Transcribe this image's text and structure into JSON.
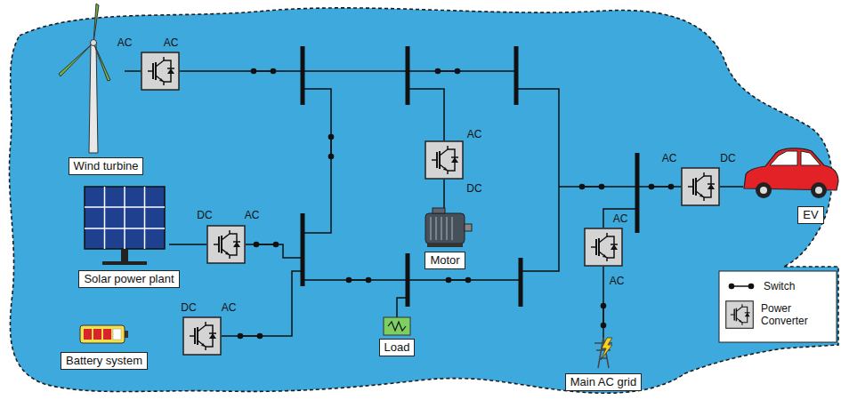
{
  "diagram": {
    "nodes": [
      {
        "text": [
          "Wind turbine"
        ]
      },
      {
        "text": [
          "Solar power plant"
        ]
      },
      {
        "text": [
          "Motor"
        ]
      },
      {
        "text": [
          "EV"
        ]
      },
      {
        "text": [
          "Battery system"
        ]
      },
      {
        "text": [
          "Load"
        ]
      },
      {
        "text": [
          "Main AC grid"
        ]
      }
    ],
    "labels": [
      "AC",
      "AC",
      "AC",
      "DC",
      "AC",
      "DC",
      "DC",
      "AC",
      "AC",
      "AC",
      "DC",
      "AC"
    ],
    "legend": [
      {
        "text": "Switch"
      },
      {
        "text": "Power Converter"
      }
    ]
  }
}
